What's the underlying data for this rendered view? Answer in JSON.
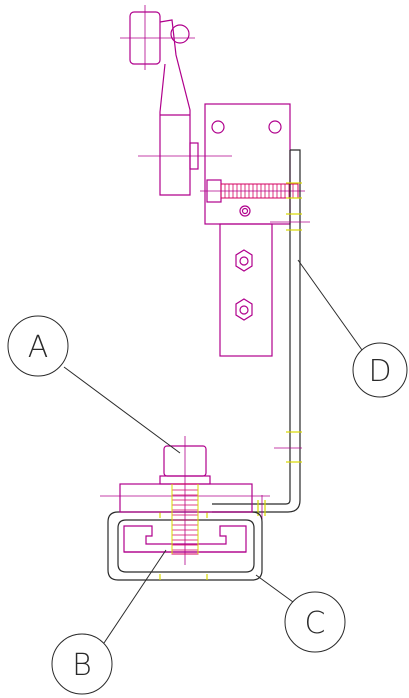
{
  "colors": {
    "part": "#b0008c",
    "thread": "#d40060",
    "bracket": "#2a2a2a",
    "centerline": "#b0008c",
    "hidden": "#d8d800",
    "callout": "#2a2a2a"
  },
  "callouts": [
    {
      "id": "A",
      "label": "A"
    },
    {
      "id": "B",
      "label": "B"
    },
    {
      "id": "C",
      "label": "C"
    },
    {
      "id": "D",
      "label": "D"
    }
  ]
}
